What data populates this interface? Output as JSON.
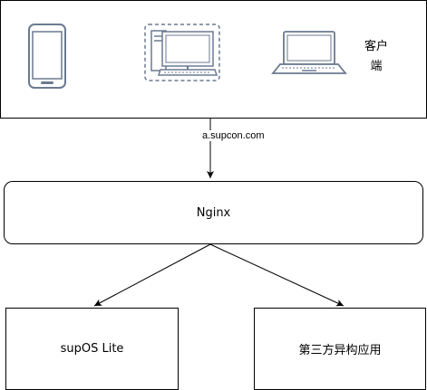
{
  "clients": {
    "label": "客户端"
  },
  "link_label": "a.supcon.com",
  "nginx": {
    "label": "Nginx"
  },
  "targets": [
    {
      "label": "supOS Lite"
    },
    {
      "label": "第三方异构应用"
    }
  ],
  "colors": {
    "line": "#000000",
    "icon_fill": "#ffffff",
    "icon_stroke": "#6b7a90",
    "dashed_select": "#6b7a90"
  },
  "icons": [
    "smartphone-icon",
    "desktop-computer-icon",
    "laptop-icon"
  ]
}
